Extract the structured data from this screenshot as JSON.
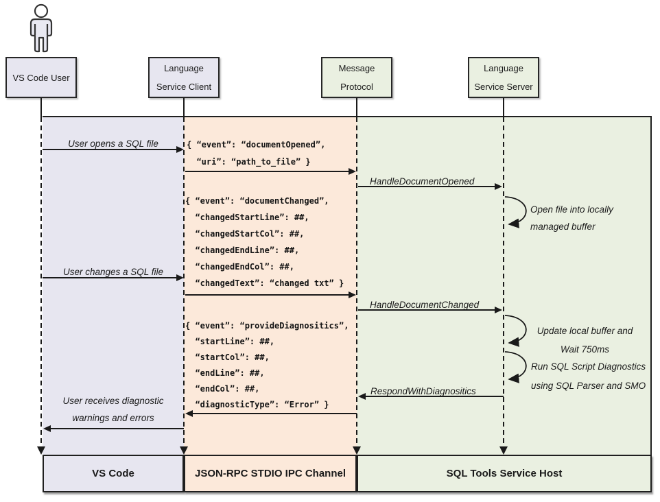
{
  "actors": {
    "user": {
      "label": "VS Code User"
    },
    "client": {
      "label": "Language\nService Client"
    },
    "protocol": {
      "label": "Message\nProtocol"
    },
    "server": {
      "label": "Language\nService Server"
    }
  },
  "messages": {
    "user_opens": "User opens a SQL file",
    "handle_document_opened": "HandleDocumentOpened",
    "user_changes": "User changes a SQL file",
    "handle_document_changed": "HandleDocumentChanged",
    "respond_with_diagnostics": "RespondWithDiagnositics",
    "user_receives": "User receives diagnostic\nwarnings and errors"
  },
  "code_blocks": {
    "document_opened": "{ “event”: “documentOpened”,\n  “uri”: “path_to_file” }",
    "document_changed": "{ “event”: “documentChanged”,\n  “changedStartLine”: ##,\n  “changedStartCol”: ##,\n  “changedEndLine”: ##,\n  “changedEndCol”: ##,\n  “changedText”: “changed txt” }",
    "provide_diagnostics": "{ “event”: “provideDiagnositics”,\n  “startLine”: ##,\n  “startCol”: ##,\n  “endLine”: ##,\n  “endCol”: ##,\n  “diagnosticType”: “Error” }"
  },
  "annotations": {
    "open_file": "Open file into locally\nmanaged buffer",
    "update_buffer": "Update local buffer and\nWait 750ms",
    "run_diagnostics": "Run SQL Script Diagnostics\nusing SQL Parser and SMO"
  },
  "footer": {
    "vscode": "VS Code",
    "ipc": "JSON-RPC STDIO IPC Channel",
    "host": "SQL Tools Service Host"
  },
  "colors": {
    "lane_user": "#e7e6f0",
    "lane_channel": "#fce9da",
    "lane_host": "#eaf0e1",
    "line": "#1f1f1f"
  }
}
